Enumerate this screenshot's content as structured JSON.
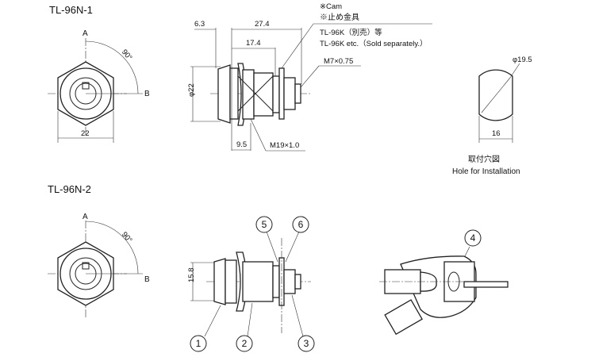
{
  "views": {
    "n1_title": "TL-96N-1",
    "n2_title": "TL-96N-2"
  },
  "front_view": {
    "label_a": "A",
    "label_b": "B",
    "angle": "90°",
    "width_dim": "22"
  },
  "side_view_1": {
    "dim_6_3": "6.3",
    "dim_27_4": "27.4",
    "dim_17_4": "17.4",
    "dim_dia22": "φ22",
    "dim_9_5": "9.5",
    "thread_m19": "M19×1.0",
    "thread_m7": "M7×0.75",
    "note_cam": "※Cam",
    "note_bracket": "※止め金具",
    "note_jp": "TL-96K（別売）等",
    "note_en": "TL-96K etc.（Sold separately.）"
  },
  "hole": {
    "dia": "φ19.5",
    "width": "16",
    "caption_jp": "取付穴図",
    "caption_en": "Hole for Installation"
  },
  "side_view_2": {
    "dim_15_8": "15.8"
  },
  "balloons": [
    "1",
    "2",
    "3",
    "4",
    "5",
    "6"
  ]
}
